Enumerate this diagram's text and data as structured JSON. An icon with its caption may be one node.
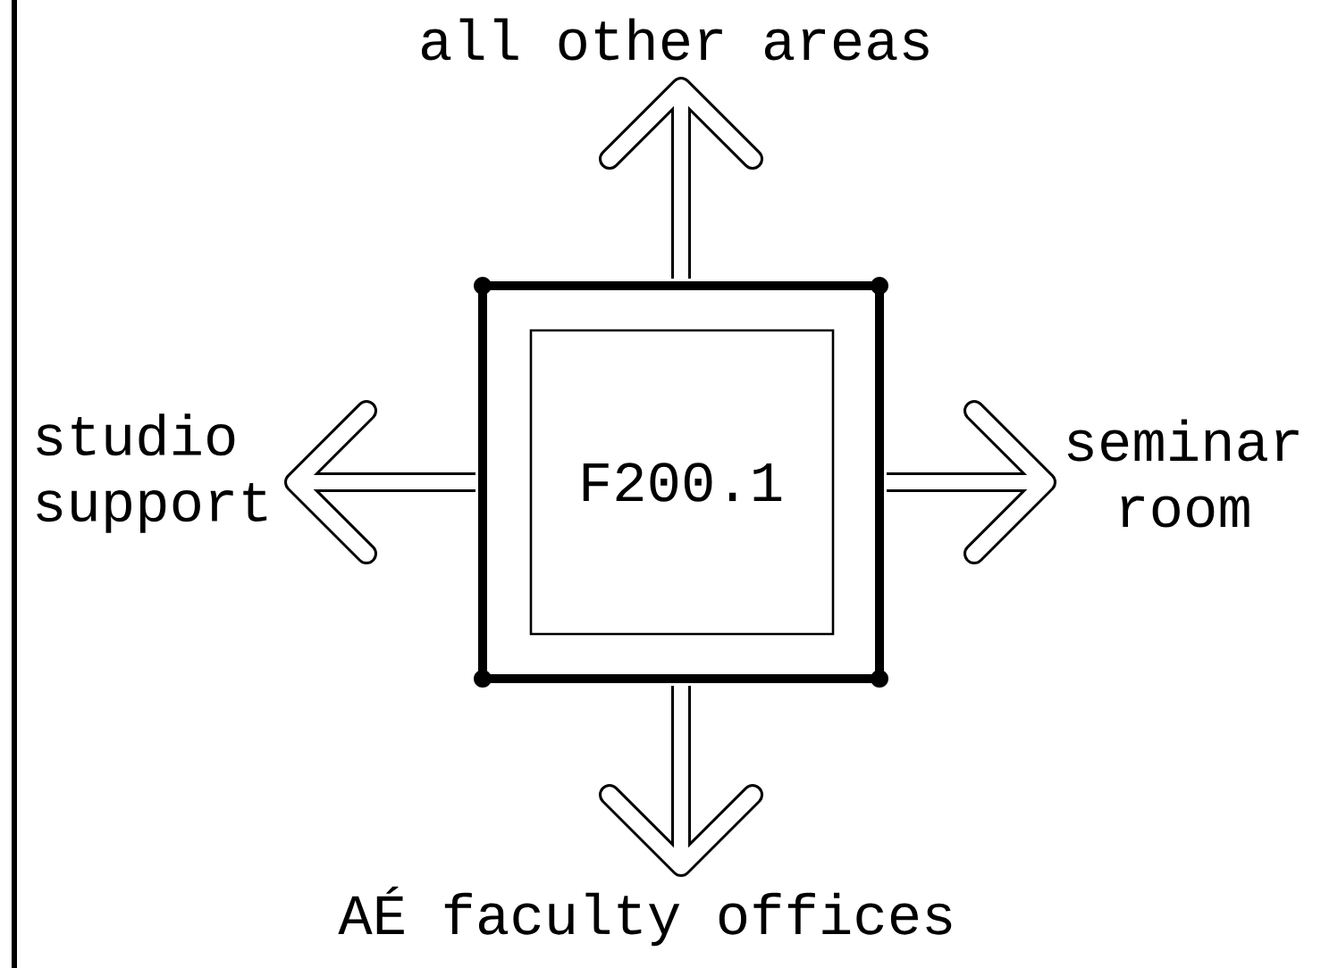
{
  "diagram": {
    "nodes": [
      {
        "text": [
          "F200.1"
        ]
      },
      {
        "text": [
          "all other areas"
        ]
      },
      {
        "text": [
          "studio support"
        ]
      },
      {
        "text": [
          "seminar room"
        ]
      },
      {
        "text": [
          "AÉ faculty offices"
        ]
      }
    ],
    "edges": [
      {
        "from": 0,
        "to": 1,
        "arrow": "to"
      },
      {
        "from": 0,
        "to": 2,
        "arrow": "to"
      },
      {
        "from": 0,
        "to": 3,
        "arrow": "to"
      },
      {
        "from": 0,
        "to": 4,
        "arrow": "to"
      }
    ]
  }
}
